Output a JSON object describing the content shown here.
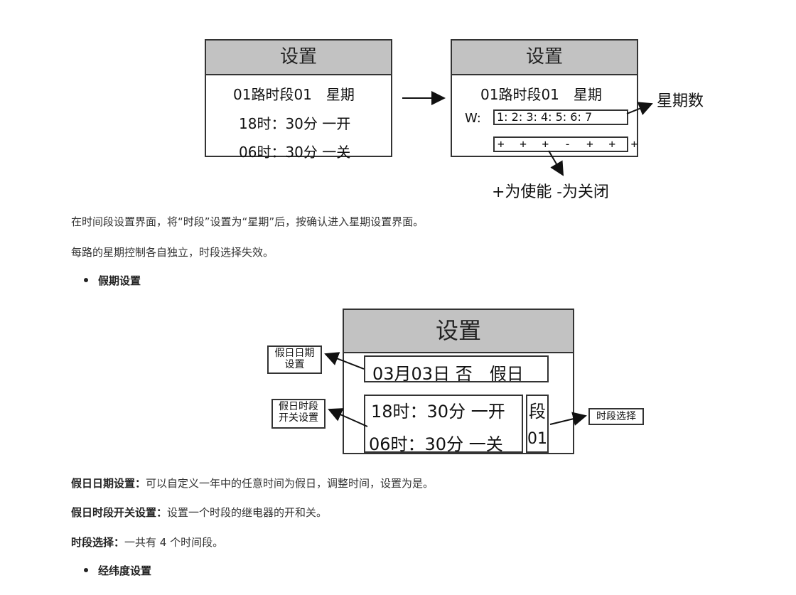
{
  "fig1": {
    "left_box": {
      "title": "设置",
      "line1": "01路时段01　星期",
      "line2": "18时：30分 一开",
      "line3": "06时：30分 一关"
    },
    "right_box": {
      "title": "设置",
      "line1": "01路时段01　星期",
      "w_label": "W:",
      "weekdays": "1: 2: 3: 4: 5: 6: 7",
      "flags": "+ + +  - + + +"
    },
    "weekday_caption": "星期数",
    "enable_caption": "+为使能  -为关闭"
  },
  "para1": "在时间段设置界面，将“时段”设置为“星期”后，按确认进入星期设置界面。",
  "para2": "每路的星期控制各自独立，时段选择失效。",
  "bullet1": "假期设置",
  "fig2": {
    "title": "设置",
    "date_line": "03月03日 否　假日",
    "time_on": "18时：30分 一开",
    "time_off": "06时：30分 一关",
    "seg_label": "段",
    "seg_num": "01",
    "label_date": "假日日期设置",
    "label_switch": "假日时段开关设置",
    "label_seg": "时段选择"
  },
  "desc1": {
    "term": "假日日期设置：",
    "text": "可以自定义一年中的任意时间为假日，调整时间，设置为是。"
  },
  "desc2": {
    "term": "假日时段开关设置：",
    "text": "设置一个时段的继电器的开和关。"
  },
  "desc3": {
    "term": "时段选择：",
    "text": "一共有 4 个时间段。"
  },
  "bullet2": "经纬度设置"
}
